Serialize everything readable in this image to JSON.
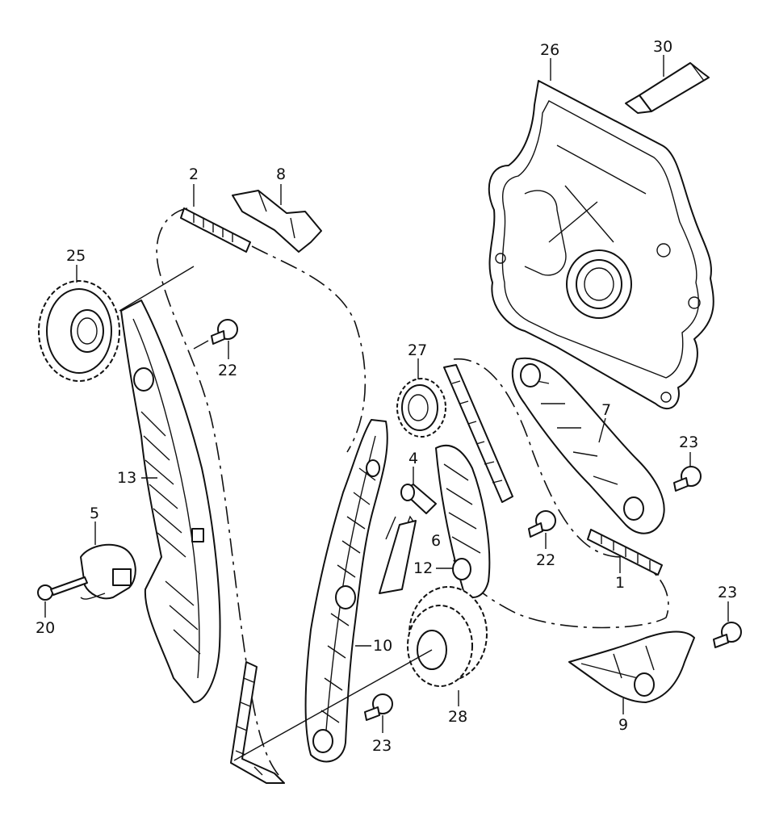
{
  "diagram": {
    "labels": {
      "p1": "1",
      "p2": "2",
      "p4": "4",
      "p5": "5",
      "p6": "6",
      "p7": "7",
      "p8": "8",
      "p9": "9",
      "p10": "10",
      "p12": "12",
      "p13": "13",
      "p20": "20",
      "p22a": "22",
      "p22b": "22",
      "p23a": "23",
      "p23b": "23",
      "p23c": "23",
      "p25": "25",
      "p26": "26",
      "p27": "27",
      "p28": "28",
      "p30": "30"
    }
  }
}
